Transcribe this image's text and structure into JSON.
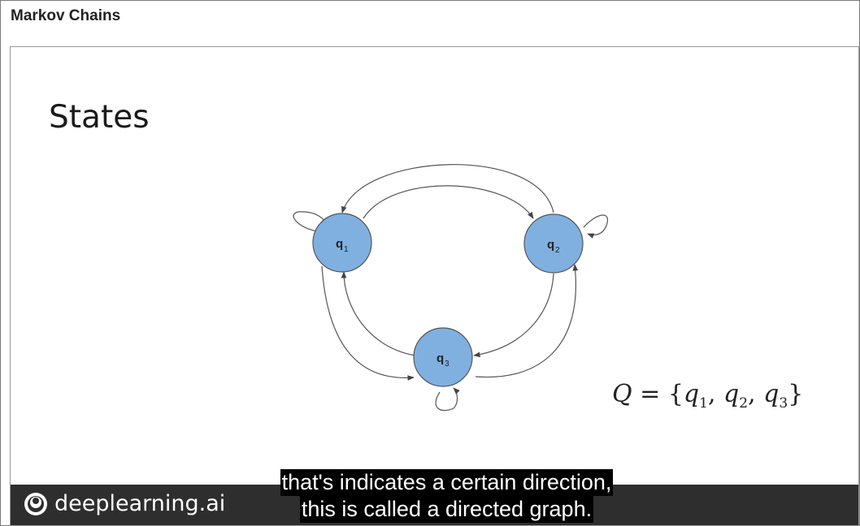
{
  "window": {
    "title": "Markov Chains"
  },
  "slide": {
    "title": "States",
    "states": [
      {
        "label": "q",
        "sub": "1"
      },
      {
        "label": "q",
        "sub": "2"
      },
      {
        "label": "q",
        "sub": "3"
      }
    ],
    "formula": {
      "lhs": "Q",
      "eq": " = {",
      "q": "q",
      "s1": "1",
      "s2": "2",
      "s3": "3",
      "sep": ", ",
      "close": "}"
    }
  },
  "player": {
    "brand": "deeplearning.ai",
    "captions": [
      "that's indicates a certain direction,",
      "this is called a directed graph."
    ]
  },
  "colors": {
    "node_fill": "#7fb0e0",
    "node_stroke": "#555555",
    "caption_bg": "#000000",
    "bar_bg": "#2e2e2e"
  }
}
